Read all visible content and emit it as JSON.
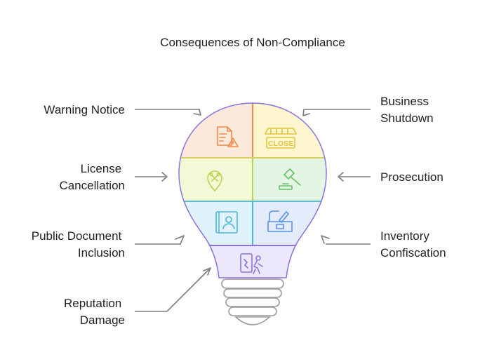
{
  "title": "Consequences of Non-Compliance",
  "segments": [
    {
      "label_lines": [
        "Warning Notice"
      ],
      "icon": "warning-document-icon",
      "fill": "#fde8dc",
      "stroke": "#e98b4e"
    },
    {
      "label_lines": [
        "Business",
        "Shutdown"
      ],
      "icon": "closed-shop-icon",
      "fill": "#fdf6cf",
      "stroke": "#e3c43a"
    },
    {
      "label_lines": [
        "License",
        "Cancellation"
      ],
      "icon": "cancelled-license-icon",
      "fill": "#f3f9d7",
      "stroke": "#b9d34a"
    },
    {
      "label_lines": [
        "Prosecution"
      ],
      "icon": "gavel-icon",
      "fill": "#e3f6e3",
      "stroke": "#66c06a"
    },
    {
      "label_lines": [
        "Public Document",
        "Inclusion"
      ],
      "icon": "public-record-icon",
      "fill": "#e0f2fb",
      "stroke": "#4db3dc"
    },
    {
      "label_lines": [
        "Inventory",
        "Confiscation"
      ],
      "icon": "confiscation-icon",
      "fill": "#e2ecfb",
      "stroke": "#5b8ee6"
    },
    {
      "label_lines": [
        "Reputation",
        "Damage"
      ],
      "icon": "reputation-damage-icon",
      "fill": "#ece7fb",
      "stroke": "#8a72dd"
    }
  ],
  "colors": {
    "arrow": "#7a7a7a",
    "bulb_base": "#9a9a9a"
  }
}
